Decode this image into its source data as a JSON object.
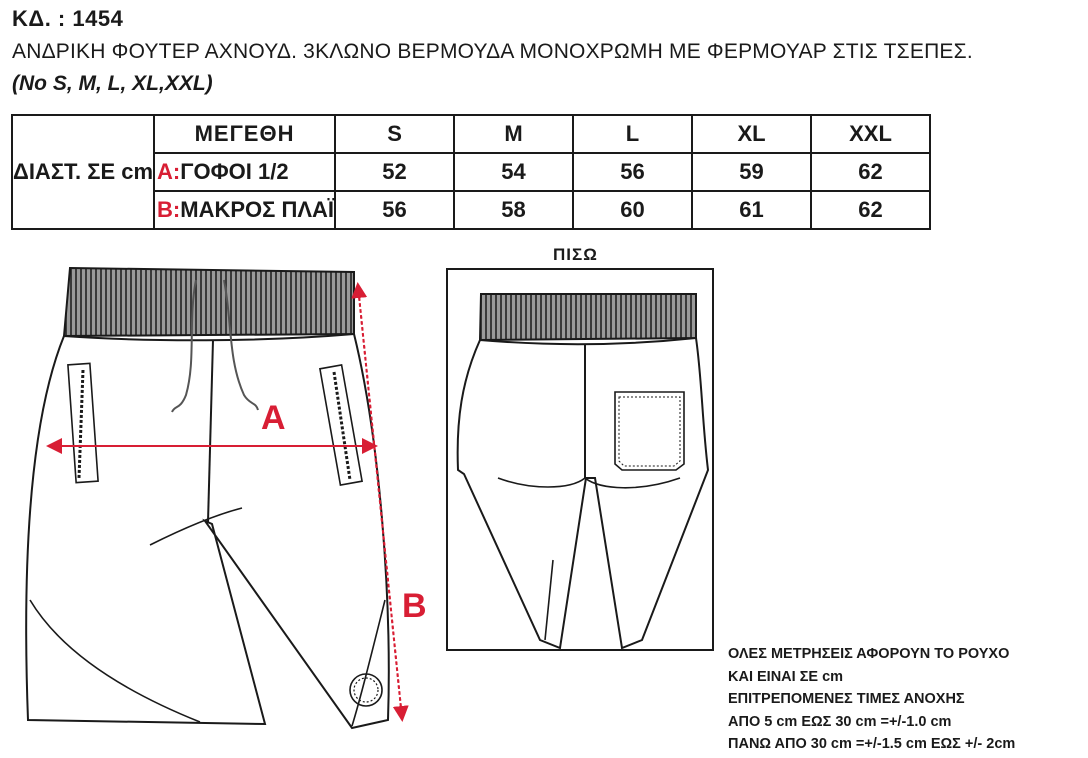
{
  "header": {
    "code": "ΚΔ. : 1454",
    "description": "ΑΝΔΡΙΚΗ ΦΟΥΤΕΡ ΑΧΝΟΥΔ. 3ΚΛΩΝΟ ΒΕΡΜΟΥΔΑ ΜΟΝΟΧΡΩΜΗ ΜΕ ΦΕΡΜΟΥΑΡ ΣΤΙΣ ΤΣΕΠΕΣ.",
    "sizes_note": "(No S, M, L, XL,XXL)"
  },
  "table": {
    "row_header": "ΔΙΑΣΤ. ΣΕ cm",
    "sizes_header": "ΜΕΓΕΘΗ",
    "sizes": [
      "S",
      "M",
      "L",
      "XL",
      "XXL"
    ],
    "rows": [
      {
        "letter": "A:",
        "label": "ΓΟΦΟΙ 1/2",
        "values": [
          "52",
          "54",
          "56",
          "59",
          "62"
        ]
      },
      {
        "letter": "B:",
        "label": "ΜΑΚΡΟΣ ΠΛΑΪ",
        "values": [
          "56",
          "58",
          "60",
          "61",
          "62"
        ]
      }
    ]
  },
  "drawing": {
    "back_title": "ΠΙΣΩ",
    "measure_a": "A",
    "measure_b": "B"
  },
  "notes": [
    "ΟΛΕΣ ΜΕΤΡΗΣΕΙΣ ΑΦΟΡΟΥΝ ΤΟ ΡΟΥΧΟ",
    "ΚΑΙ ΕΙΝΑΙ ΣΕ cm",
    "ΕΠΙΤΡΕΠΟΜΕΝΕΣ ΤΙΜΕΣ ΑΝΟΧΗΣ",
    "ΑΠΟ 5 cm  ΕΩΣ 30 cm =+/-1.0 cm",
    "ΠΑΝΩ ΑΠΟ 30 cm =+/-1.5 cm ΕΩΣ +/- 2cm"
  ],
  "colors": {
    "accent": "#d81e34",
    "ink": "#1a1a1a"
  }
}
